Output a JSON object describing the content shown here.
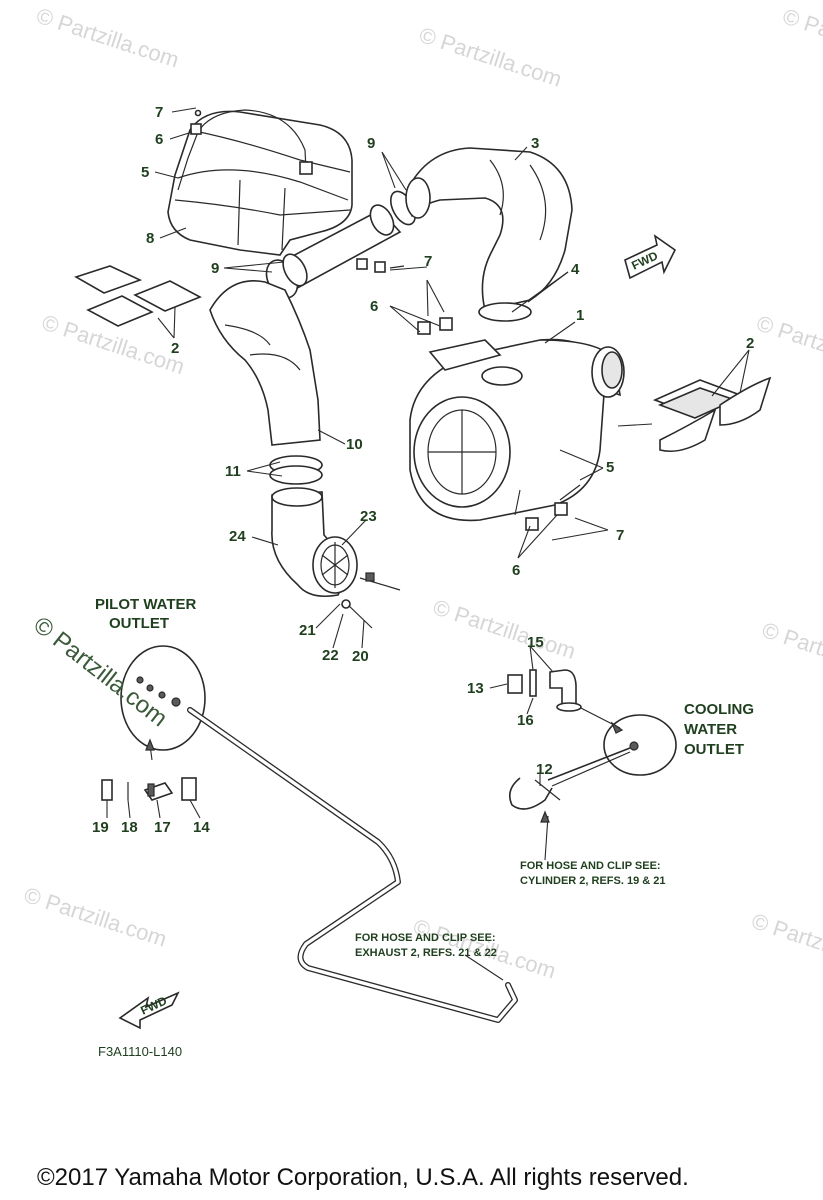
{
  "watermark": {
    "text": "© Partzilla.com",
    "prominent_text": "© Partzilla.com"
  },
  "callouts": {
    "c1": "1",
    "c2_top": "2",
    "c2_left": "2",
    "c3": "3",
    "c4": "4",
    "c5_top": "5",
    "c5_right": "5",
    "c6_top": "6",
    "c6_mid": "6",
    "c6_bottom": "6",
    "c7_top": "7",
    "c7_mid": "7",
    "c7_bottom": "7",
    "c8": "8",
    "c9_top": "9",
    "c9_left": "9",
    "c10": "10",
    "c11": "11",
    "c12": "12",
    "c13": "13",
    "c14": "14",
    "c15": "15",
    "c16": "16",
    "c17": "17",
    "c18": "18",
    "c19": "19",
    "c20": "20",
    "c21": "21",
    "c22": "22",
    "c23": "23",
    "c24": "24"
  },
  "labels": {
    "pilot_water_line1": "PILOT WATER",
    "pilot_water_line2": "OUTLET",
    "cooling_water_line1": "COOLING",
    "cooling_water_line2": "WATER",
    "cooling_water_line3": "OUTLET",
    "fwd": "FWD"
  },
  "notes": {
    "cylinder_line1": "FOR HOSE AND CLIP SEE:",
    "cylinder_line2": "CYLINDER 2, REFS. 19 & 21",
    "exhaust_line1": "FOR HOSE AND CLIP SEE:",
    "exhaust_line2": "EXHAUST 2, REFS. 21 & 22"
  },
  "figure_id": "F3A1110-L140",
  "copyright": "©2017  Yamaha Motor Corporation, U.S.A. All rights reserved."
}
